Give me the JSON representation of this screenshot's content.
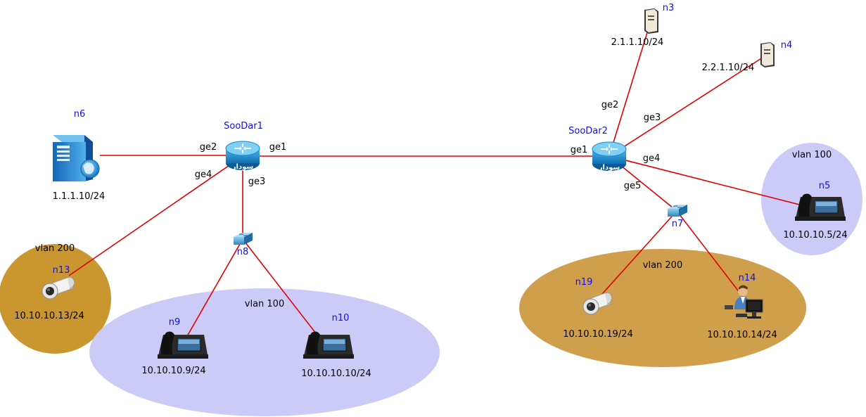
{
  "colors": {
    "link": "#e00000",
    "vlan100_fill": "#cccbf7",
    "vlan200_fill": "#cf9f4c",
    "vlan200_left_fill": "#c9962f",
    "node_id": "#1010e8",
    "router_body": "#1d86c8"
  },
  "nodes": {
    "soodar1": {
      "name": "SooDar1",
      "icon": "router-icon",
      "badge": "سودار"
    },
    "soodar2": {
      "name": "SooDar2",
      "icon": "router-icon",
      "badge": "سودار"
    },
    "n3": {
      "id": "n3",
      "icon": "host-icon",
      "ip": "2.1.1.10/24"
    },
    "n4": {
      "id": "n4",
      "icon": "host-icon",
      "ip": "2.2.1.10/24"
    },
    "n5": {
      "id": "n5",
      "icon": "ip-phone-icon",
      "ip": "10.10.10.5/24"
    },
    "n6": {
      "id": "n6",
      "icon": "server-icon",
      "ip": "1.1.1.10/24"
    },
    "n7": {
      "id": "n7",
      "icon": "switch-icon"
    },
    "n8": {
      "id": "n8",
      "icon": "switch-icon"
    },
    "n9": {
      "id": "n9",
      "icon": "ip-phone-icon",
      "ip": "10.10.10.9/24"
    },
    "n10": {
      "id": "n10",
      "icon": "ip-phone-icon",
      "ip": "10.10.10.10/24"
    },
    "n13": {
      "id": "n13",
      "icon": "camera-icon",
      "ip": "10.10.10.13/24"
    },
    "n14": {
      "id": "n14",
      "icon": "pc-user-icon",
      "ip": "10.10.10.14/24"
    },
    "n19": {
      "id": "n19",
      "icon": "camera-icon",
      "ip": "10.10.10.19/24"
    }
  },
  "interfaces": {
    "s1_ge1": "ge1",
    "s1_ge2": "ge2",
    "s1_ge3": "ge3",
    "s1_ge4": "ge4",
    "s2_ge1": "ge1",
    "s2_ge2": "ge2",
    "s2_ge3": "ge3",
    "s2_ge4": "ge4",
    "s2_ge5": "ge5"
  },
  "vlans": {
    "left_200": "vlan 200",
    "left_100": "vlan 100",
    "right_200": "vlan 200",
    "right_100": "vlan 100"
  }
}
